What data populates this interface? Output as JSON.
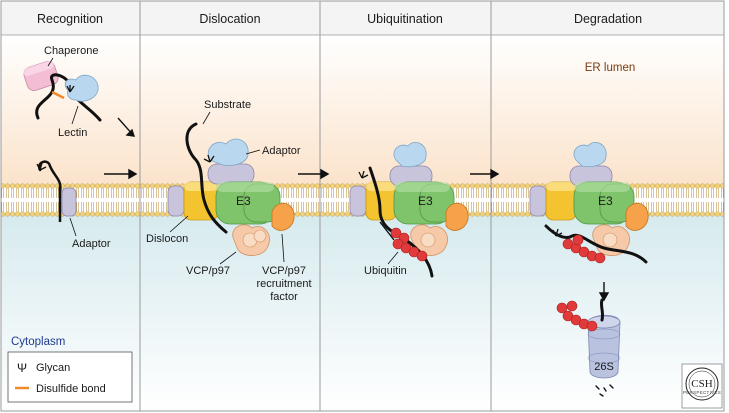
{
  "panels": [
    {
      "title": "Recognition"
    },
    {
      "title": "Dislocation"
    },
    {
      "title": "Ubiquitination"
    },
    {
      "title": "Degradation"
    }
  ],
  "compartments": {
    "lumen": "ER lumen",
    "cytoplasm": "Cytoplasm"
  },
  "labels": {
    "chaperone": "Chaperone",
    "lectin": "Lectin",
    "adaptor_recognition": "Adaptor",
    "substrate": "Substrate",
    "adaptor_dislocation": "Adaptor",
    "dislocon": "Dislocon",
    "e3_dislocation": "E3",
    "vcp_dislocation": "VCP/p97",
    "vcp_recruitment_line1": "VCP/p97",
    "vcp_recruitment_line2": "recruitment",
    "vcp_recruitment_line3": "factor",
    "e3_ubiquitination": "E3",
    "ubiquitin": "Ubiquitin",
    "e3_degradation": "E3",
    "proteasome": "26S"
  },
  "legend": {
    "glycan_symbol": "Ψ",
    "glycan": "Glycan",
    "disulfide": "Disulfide bond"
  },
  "badge": {
    "line1": "CSH",
    "line2": "PERSPECTIVES"
  },
  "colors": {
    "lumen_top": "#fbe6d0",
    "cytoplasm": "#dcedf0",
    "membrane_head": "#f2d27a",
    "e3": "#7fc36b",
    "dislocon": "#f4c430",
    "adaptor": "#c8c4dc",
    "lectin": "#b9d7ef",
    "chaperone": "#f3bdd3",
    "vcp": "#f6c9a8",
    "recruitment_factor": "#f6a24a",
    "ubiquitin": "#e03a3a",
    "proteasome": "#b9c2df",
    "disulfide": "#ef8a2a"
  }
}
